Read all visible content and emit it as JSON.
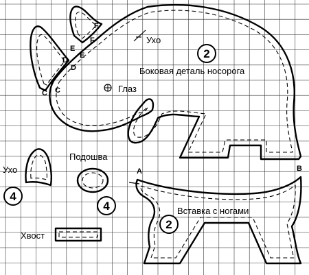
{
  "pattern": {
    "body_side": {
      "title": "Боковая деталь носорога",
      "count": "2"
    },
    "ear": {
      "label": "Ухо",
      "side_label": "Ухо",
      "count": "4"
    },
    "eye": {
      "label": "Глаз"
    },
    "sole": {
      "label": "Подошва",
      "count": "4"
    },
    "insert": {
      "title": "Вставка с ногами",
      "count": "2",
      "point_a": "A",
      "point_b": "B"
    },
    "tail": {
      "label": "Хвост"
    },
    "horn_points": {
      "c1": "C",
      "c2": "C",
      "d1": "D",
      "d2": "D",
      "e1": "E",
      "e2": "E",
      "f1": "F",
      "f2": "F"
    }
  },
  "style": {
    "line_color": "#000000",
    "background": "#ffffff"
  }
}
